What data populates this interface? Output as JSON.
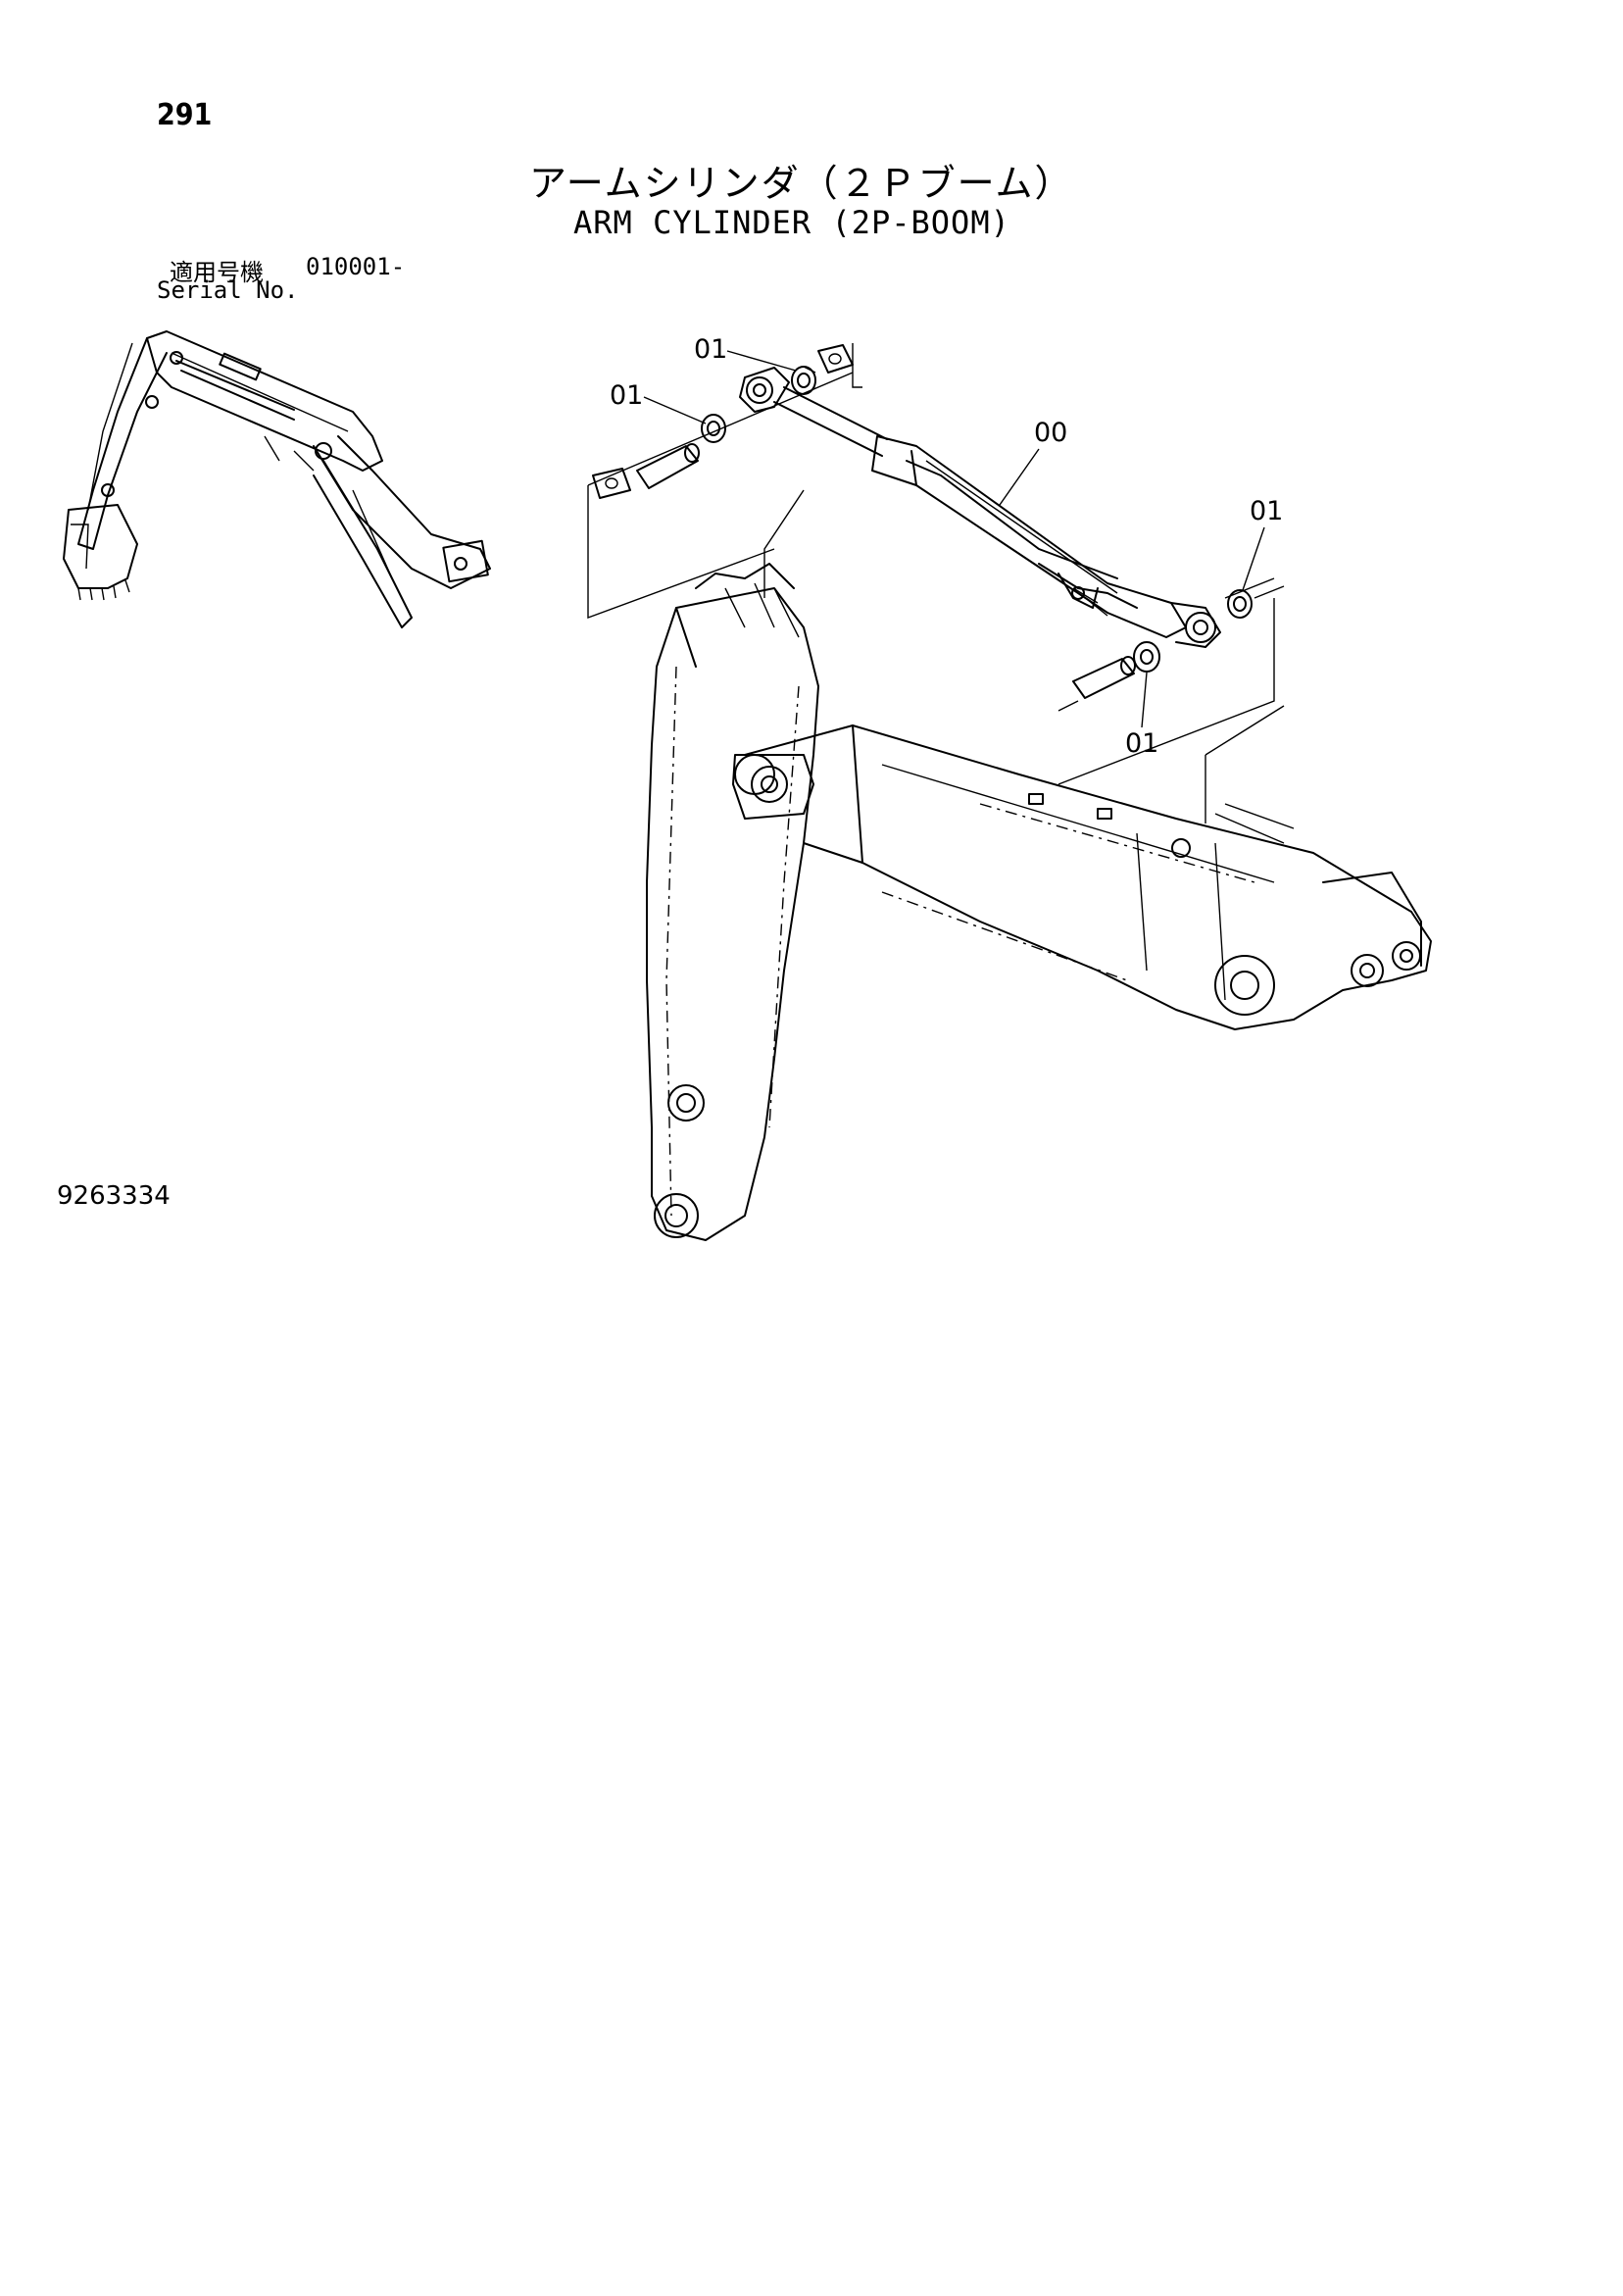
{
  "page": {
    "number": "291",
    "title_jp": "アームシリンダ（２Ｐブーム）",
    "title_en": "ARM CYLINDER (2P-BOOM)",
    "serial_label_jp": "適用号機",
    "serial_value": "010001-",
    "serial_label_en": "Serial No.",
    "drawing_number": "9263334"
  },
  "callouts": [
    {
      "id": "top-left-bushing",
      "label": "01"
    },
    {
      "id": "left-bushing",
      "label": "01"
    },
    {
      "id": "cylinder",
      "label": "00"
    },
    {
      "id": "right-bushing",
      "label": "01"
    },
    {
      "id": "bottom-bushing",
      "label": "01"
    }
  ]
}
